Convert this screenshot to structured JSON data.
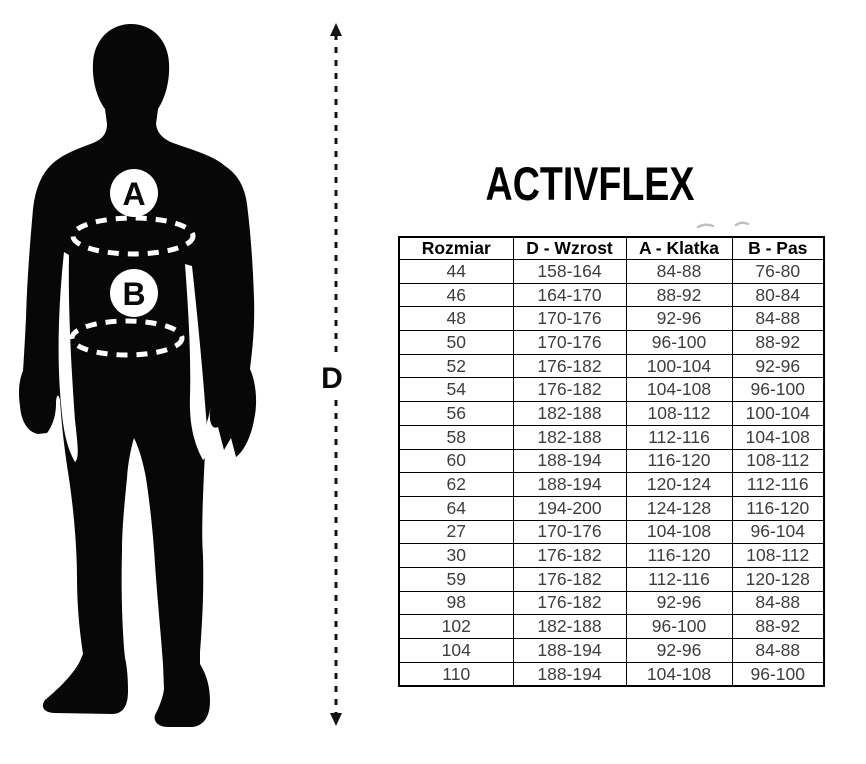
{
  "title": "ACTIVFLEX",
  "figure": {
    "marker_a": "A",
    "marker_b": "B",
    "marker_d": "D"
  },
  "size_table": {
    "columns": [
      "Rozmiar",
      "D - Wzrost",
      "A - Klatka",
      "B - Pas"
    ],
    "rows": [
      [
        "44",
        "158-164",
        "84-88",
        "76-80"
      ],
      [
        "46",
        "164-170",
        "88-92",
        "80-84"
      ],
      [
        "48",
        "170-176",
        "92-96",
        "84-88"
      ],
      [
        "50",
        "170-176",
        "96-100",
        "88-92"
      ],
      [
        "52",
        "176-182",
        "100-104",
        "92-96"
      ],
      [
        "54",
        "176-182",
        "104-108",
        "96-100"
      ],
      [
        "56",
        "182-188",
        "108-112",
        "100-104"
      ],
      [
        "58",
        "182-188",
        "112-116",
        "104-108"
      ],
      [
        "60",
        "188-194",
        "116-120",
        "108-112"
      ],
      [
        "62",
        "188-194",
        "120-124",
        "112-116"
      ],
      [
        "64",
        "194-200",
        "124-128",
        "116-120"
      ],
      [
        "27",
        "170-176",
        "104-108",
        "96-104"
      ],
      [
        "30",
        "176-182",
        "116-120",
        "108-112"
      ],
      [
        "59",
        "176-182",
        "112-116",
        "120-128"
      ],
      [
        "98",
        "176-182",
        "92-96",
        "84-88"
      ],
      [
        "102",
        "182-188",
        "96-100",
        "88-92"
      ],
      [
        "104",
        "188-194",
        "92-96",
        "84-88"
      ],
      [
        "110",
        "188-194",
        "104-108",
        "96-100"
      ]
    ]
  },
  "chart_data": {
    "type": "table",
    "title": "ACTIVFLEX",
    "columns": [
      "Rozmiar",
      "D - Wzrost",
      "A - Klatka",
      "B - Pas"
    ],
    "rows": [
      [
        "44",
        "158-164",
        "84-88",
        "76-80"
      ],
      [
        "46",
        "164-170",
        "88-92",
        "80-84"
      ],
      [
        "48",
        "170-176",
        "92-96",
        "84-88"
      ],
      [
        "50",
        "170-176",
        "96-100",
        "88-92"
      ],
      [
        "52",
        "176-182",
        "100-104",
        "92-96"
      ],
      [
        "54",
        "176-182",
        "104-108",
        "96-100"
      ],
      [
        "56",
        "182-188",
        "108-112",
        "100-104"
      ],
      [
        "58",
        "182-188",
        "112-116",
        "104-108"
      ],
      [
        "60",
        "188-194",
        "116-120",
        "108-112"
      ],
      [
        "62",
        "188-194",
        "120-124",
        "112-116"
      ],
      [
        "64",
        "194-200",
        "124-128",
        "116-120"
      ],
      [
        "27",
        "170-176",
        "104-108",
        "96-104"
      ],
      [
        "30",
        "176-182",
        "116-120",
        "108-112"
      ],
      [
        "59",
        "176-182",
        "112-116",
        "120-128"
      ],
      [
        "98",
        "176-182",
        "92-96",
        "84-88"
      ],
      [
        "102",
        "182-188",
        "96-100",
        "88-92"
      ],
      [
        "104",
        "188-194",
        "92-96",
        "84-88"
      ],
      [
        "110",
        "188-194",
        "104-108",
        "96-100"
      ]
    ]
  },
  "colors": {
    "silhouette": "#070707",
    "table_border": "#000000",
    "header_text": "#000000",
    "cell_text": "#3d3d3d",
    "title_text": "#000000",
    "measure_line": "#151515",
    "artifact": "#bfbfbf"
  }
}
